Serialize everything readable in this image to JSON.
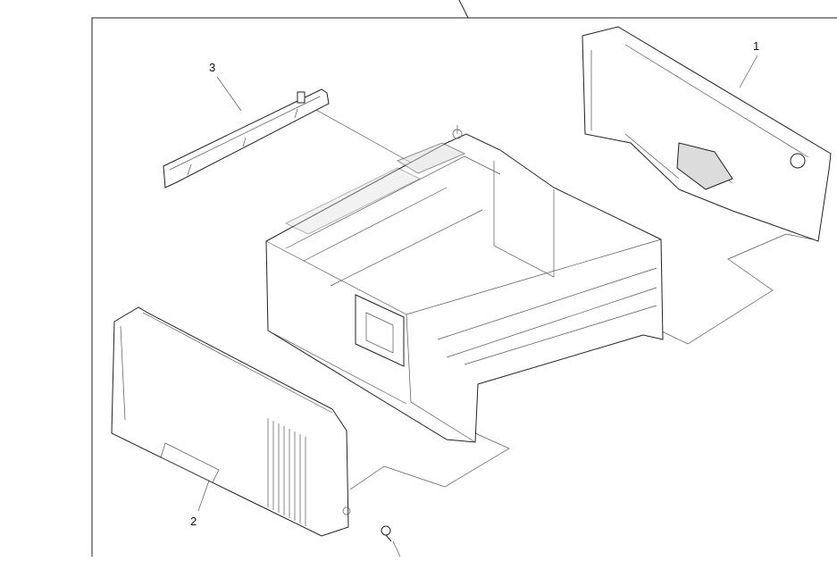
{
  "diagram": {
    "callouts": [
      {
        "id": "1",
        "label": "1"
      },
      {
        "id": "2",
        "label": "2"
      },
      {
        "id": "3",
        "label": "3"
      }
    ]
  }
}
